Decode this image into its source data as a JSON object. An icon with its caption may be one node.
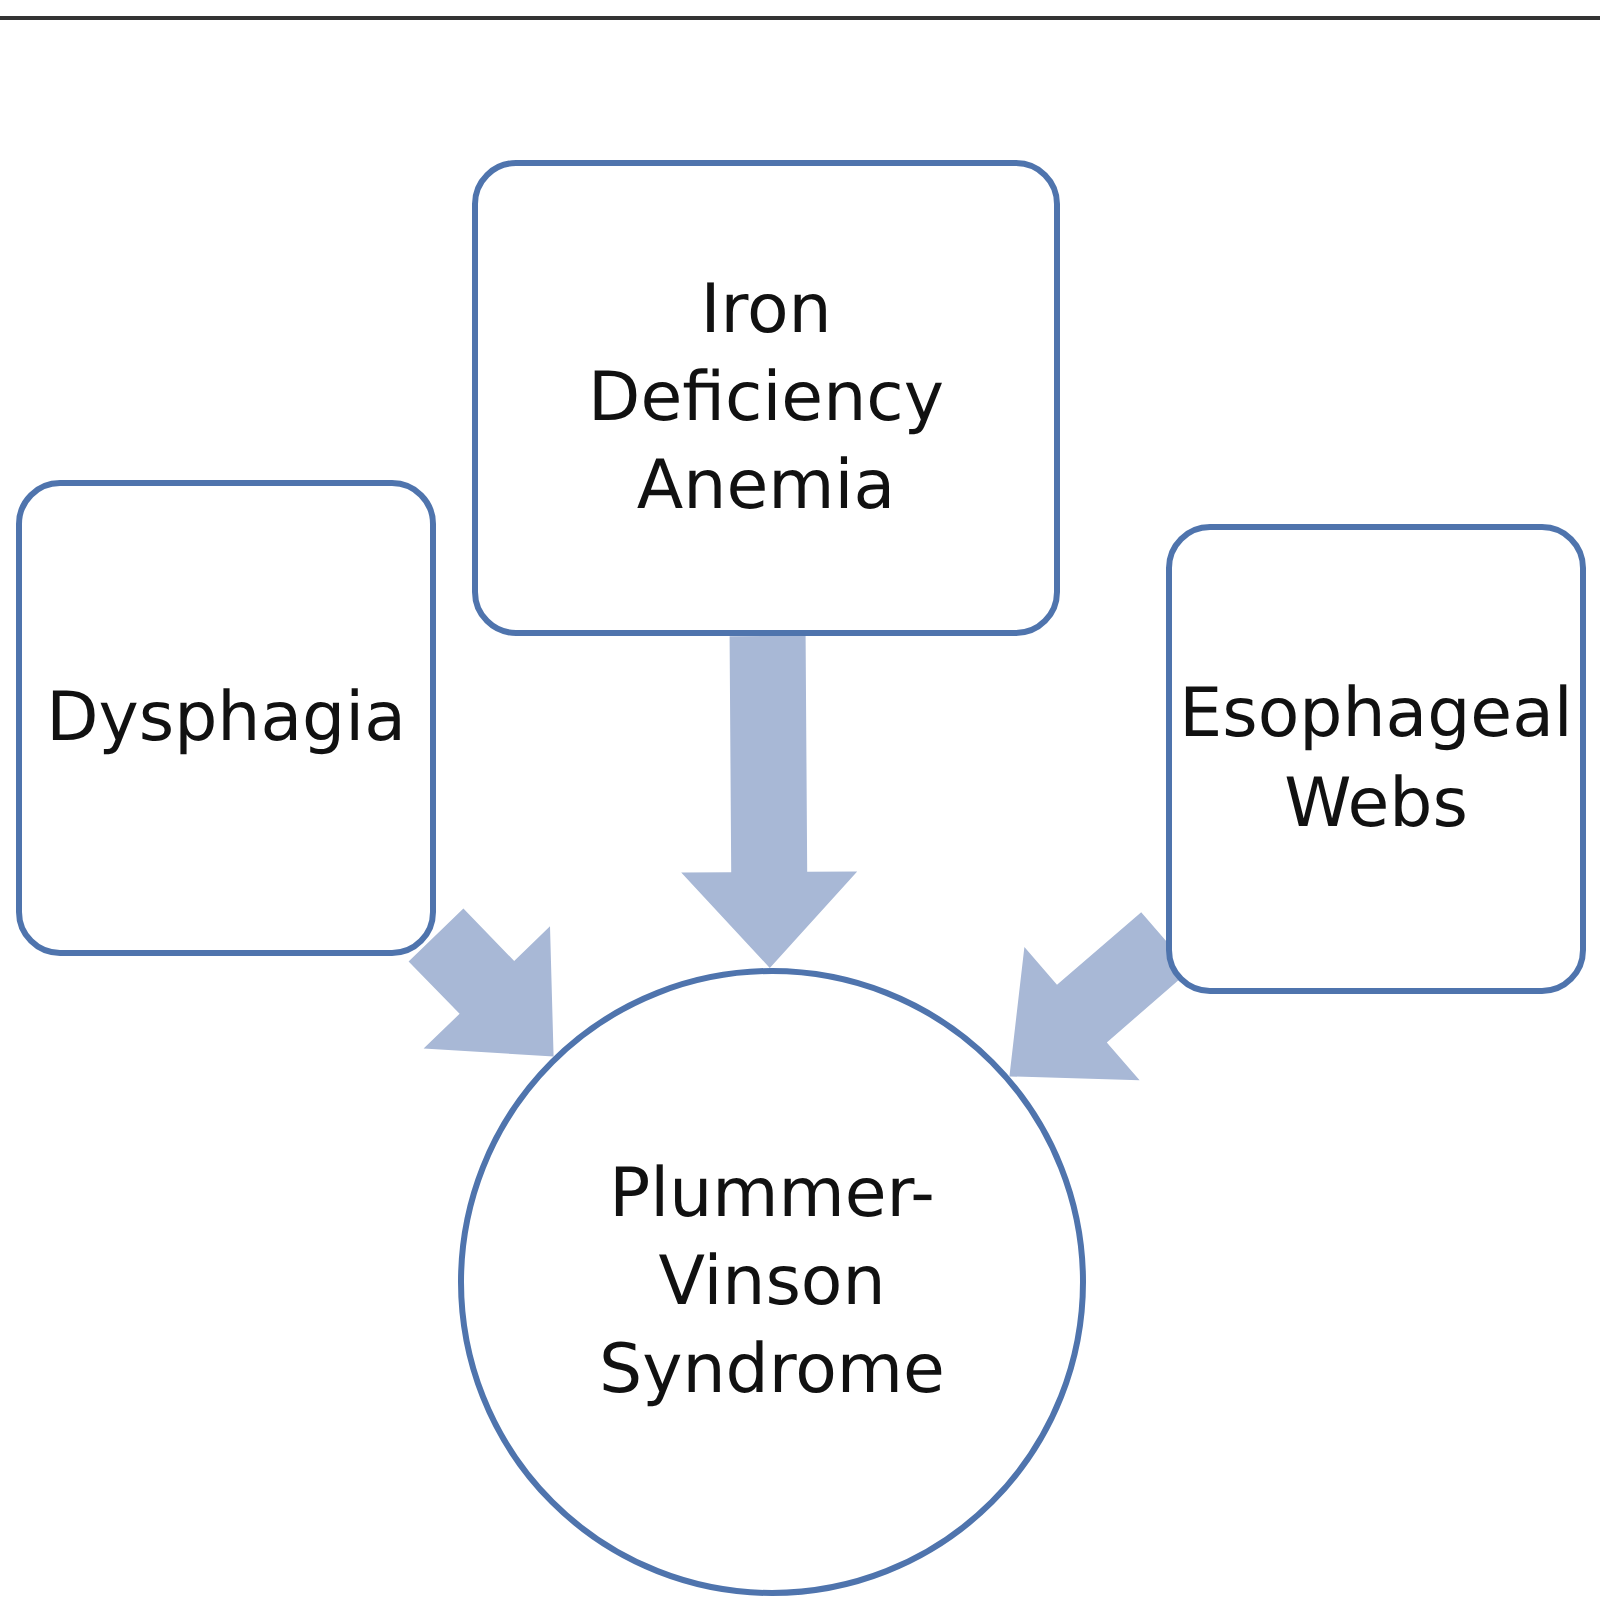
{
  "diagram": {
    "nodes": [
      {
        "text": [
          "Iron Deficiency Anemia"
        ]
      },
      {
        "text": [
          "Dysphagia"
        ]
      },
      {
        "text": [
          "Esophageal Webs"
        ]
      },
      {
        "text": [
          "Plummer-Vinson Syndrome"
        ]
      }
    ],
    "edges": [
      {
        "from": 1,
        "to": 3,
        "arrow": "to",
        "style": "thick"
      },
      {
        "from": 0,
        "to": 3,
        "arrow": "to",
        "style": "thick"
      },
      {
        "from": 2,
        "to": 3,
        "arrow": "to",
        "style": "thick"
      }
    ]
  }
}
